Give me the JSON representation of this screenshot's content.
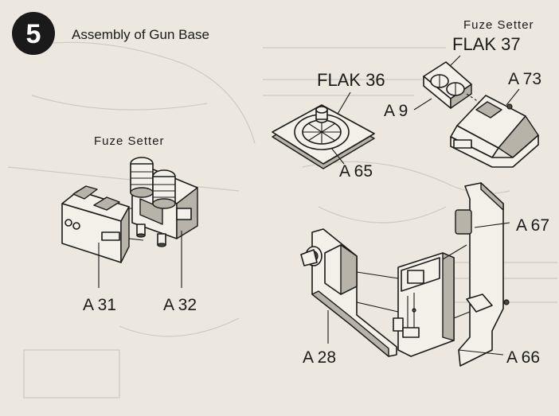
{
  "header": {
    "step_number": "5",
    "title": "Assembly of Gun Base"
  },
  "left_group": {
    "caption": "Fuze Setter",
    "labels": [
      "A 31",
      "A 32"
    ]
  },
  "top_right_group": {
    "caption": "Fuze Setter",
    "flak_37": "FLAK 37",
    "labels": [
      "A 9",
      "A 73"
    ]
  },
  "middle_group": {
    "flak_36": "FLAK 36",
    "label": "A 65"
  },
  "bottom_group": {
    "labels": [
      "A 67",
      "A 28",
      "A 66"
    ]
  },
  "colors": {
    "paper": "#ece8df",
    "ink": "#1a1a1a",
    "bleed_through": "#cfc9bd"
  }
}
